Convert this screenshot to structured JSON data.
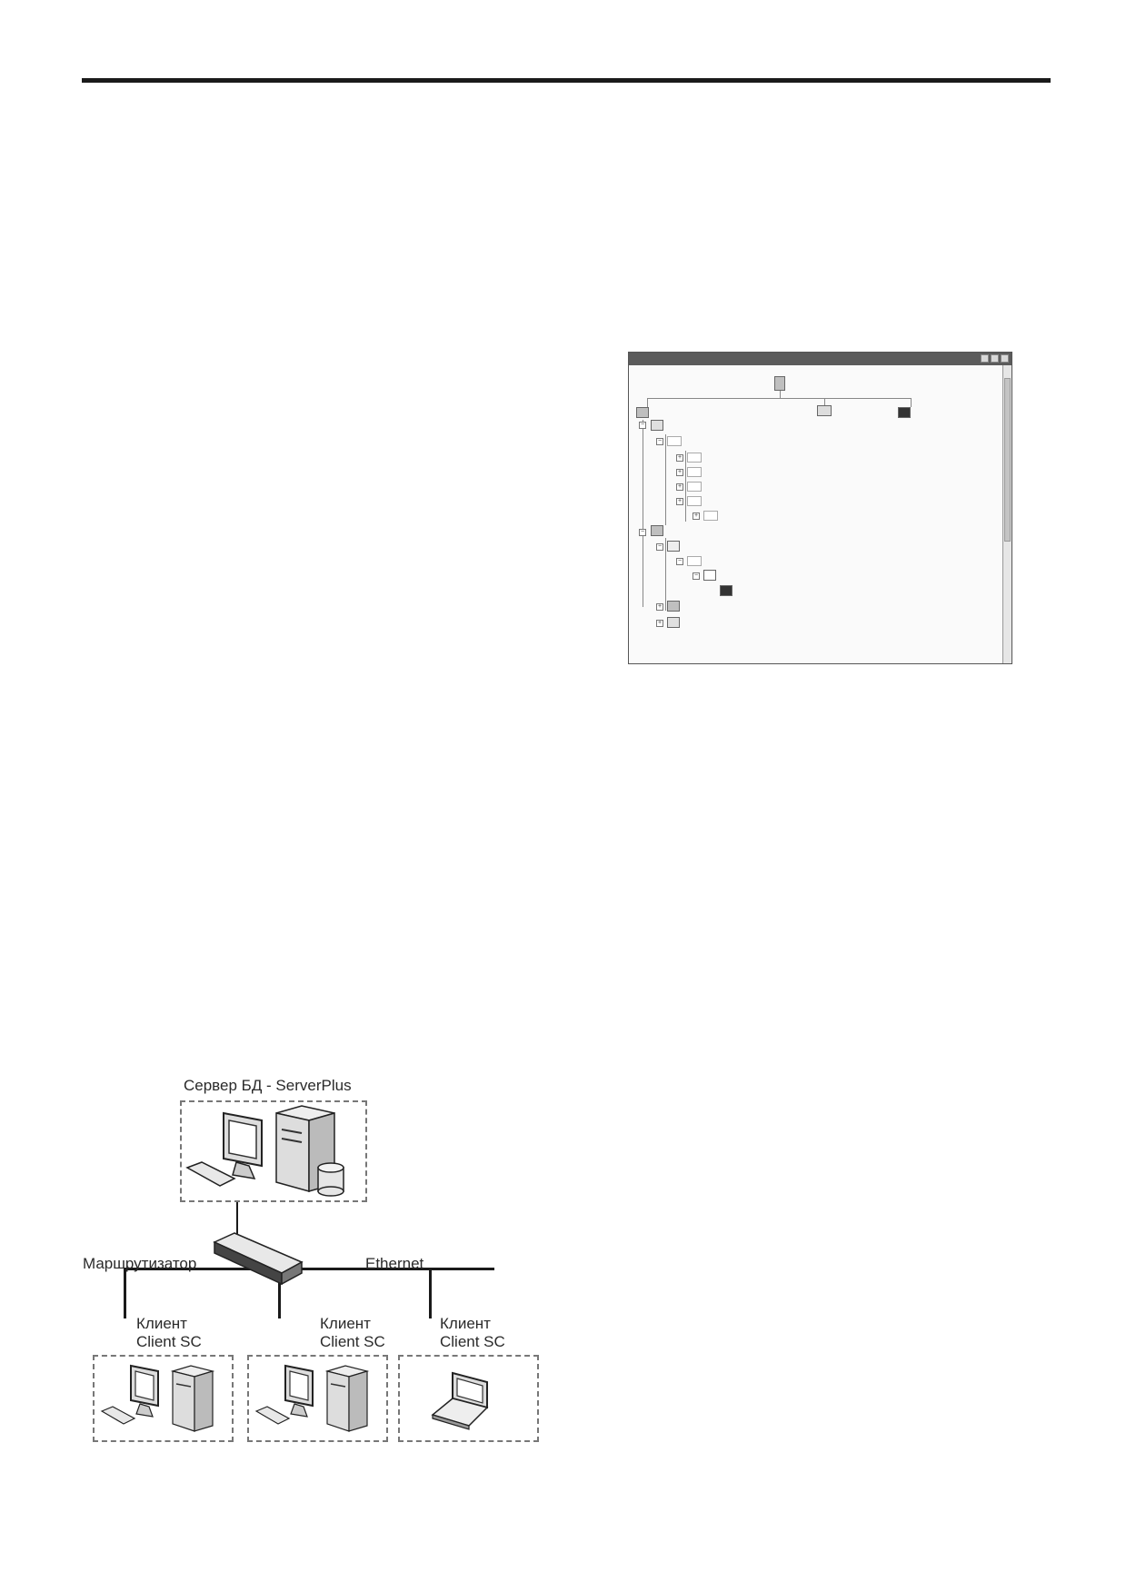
{
  "diagram": {
    "server_label": "Сервер БД - ServerPlus",
    "router_label": "Маршрутизатор",
    "ethernet_label": "Ethernet",
    "clients": [
      {
        "line1": "Клиент",
        "line2": "Client SC"
      },
      {
        "line1": "Клиент",
        "line2": "Client SC"
      },
      {
        "line1": "Клиент",
        "line2": "Client SC"
      }
    ]
  },
  "window": {
    "icons": [
      "folder-icon",
      "monitor-icon",
      "server-icon",
      "laptop-icon",
      "keyboard-icon",
      "database-icon",
      "router-icon",
      "minimize-icon",
      "maximize-icon",
      "close-icon"
    ]
  }
}
